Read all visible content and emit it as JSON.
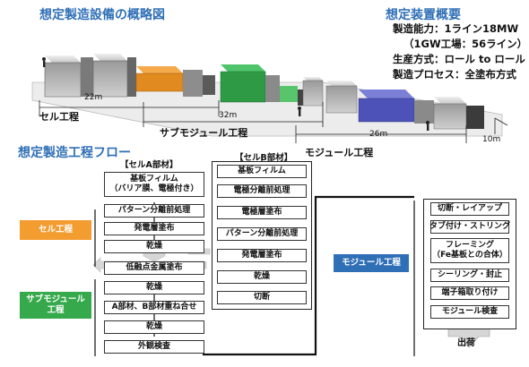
{
  "overview": {
    "title": "想定製造設備の概略図",
    "dimensions": [
      "22m",
      "32m",
      "26m",
      "10m"
    ],
    "zones": [
      "セル工程",
      "サブモジュール工程",
      "モジュール工程"
    ]
  },
  "specs": {
    "title": "想定装置概要",
    "lines": [
      "製造能力：1ライン18MW",
      "（1GW工場：56ライン）",
      "生産方式：ロール to ロール",
      "製造プロセス：全塗布方式"
    ]
  },
  "flow": {
    "title": "想定製造工程フロー",
    "cell_a": {
      "header": "【セルA部材】",
      "steps": [
        "基板フィルム\n（バリア膜、電極付き）",
        "パターン分離前処理",
        "発電層塗布",
        "乾燥"
      ]
    },
    "cell_b": {
      "header": "【セルB部材】",
      "steps": [
        "基板フィルム",
        "電極分離前処理",
        "電極層塗布",
        "パターン分離前処理",
        "発電層塗布",
        "乾燥",
        "切断"
      ]
    },
    "submodule_steps": [
      "低融点金属塗布",
      "乾燥",
      "A部材、B部材重ね合せ",
      "乾燥",
      "外観検査"
    ],
    "module_steps": [
      "切断・レイアップ",
      "タブ付け・ストリング",
      "フレーミング\n（Fe基板との合体）",
      "シーリング・封止",
      "端子箱取り付け",
      "モジュール検査"
    ],
    "shipping": "出荷",
    "tags": {
      "cell": "セル工程",
      "submodule": "サブモジュール\n工程",
      "module": "モジュール工程"
    }
  },
  "colors": {
    "heading": "#2f6fb6",
    "cell_tag": "#f39c30",
    "submodule_tag": "#35a94b",
    "module_tag": "#2f6fb6"
  }
}
